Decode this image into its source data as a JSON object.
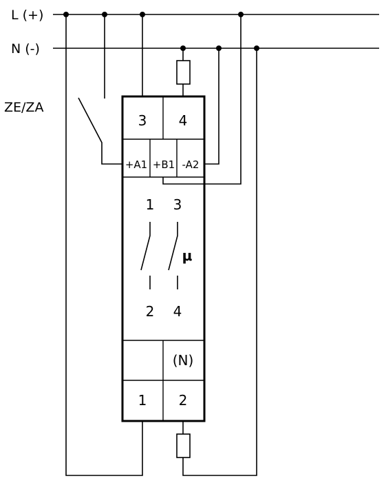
{
  "lines": {
    "live_label": "L (+)",
    "neutral_label": "N (-)"
  },
  "control": {
    "label": "ZE/ZA"
  },
  "terminals": {
    "top_left": "3",
    "top_right": "4",
    "coil_a1": "+A1",
    "coil_b1": "+B1",
    "coil_a2": "-A2",
    "bottom_left": "1",
    "bottom_right": "2",
    "bottom_right_note": "(N)",
    "bottom_left_note": ""
  },
  "contacts": {
    "contact1_top": "1",
    "contact2_top": "3",
    "contact1_bottom": "2",
    "contact2_bottom": "4",
    "relay_symbol": "μ"
  }
}
